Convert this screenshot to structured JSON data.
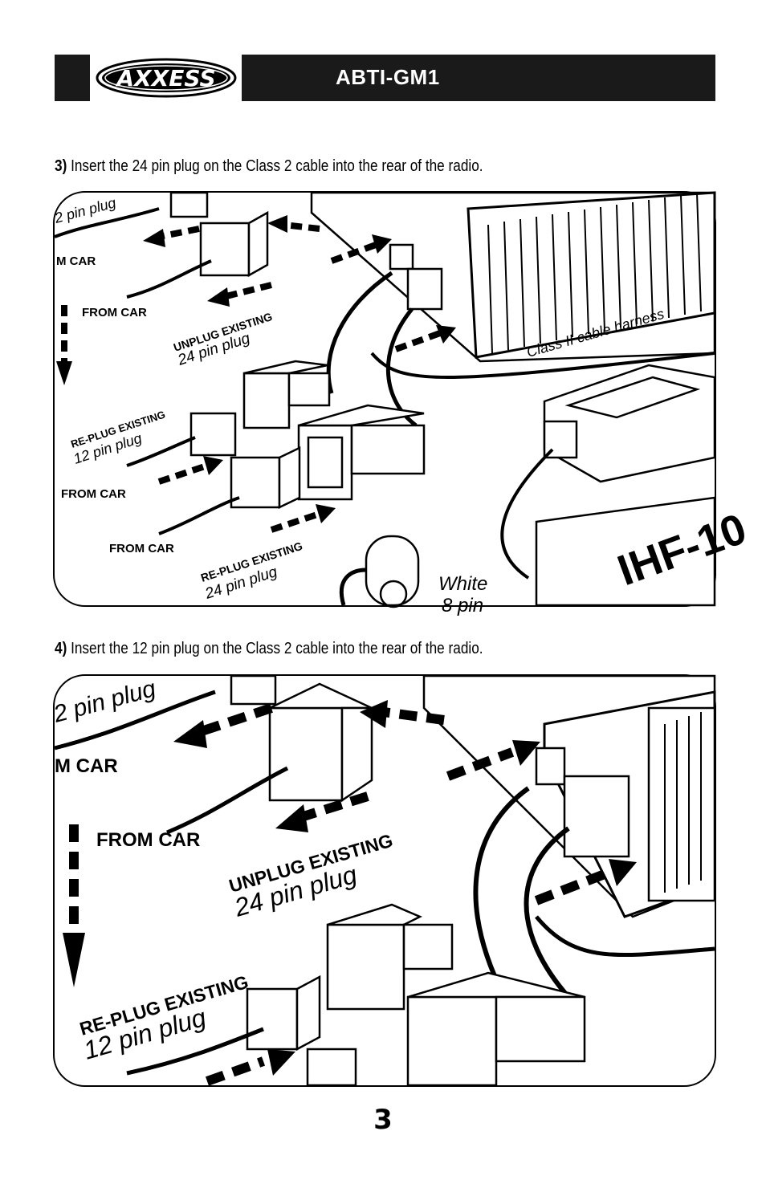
{
  "header": {
    "logo_text": "AXXESS",
    "model": "ABTI-GM1"
  },
  "step3": {
    "number": "3)",
    "text": "Insert the 24 pin plug on the Class 2 cable into the rear of the radio.",
    "labels": {
      "pin_plug_top": "2 pin plug",
      "from_car_top": "M CAR",
      "from_car_1": "FROM CAR",
      "unplug_existing": "UNPLUG EXISTING",
      "unplug_24": "24 pin plug",
      "replug_existing_12": "RE-PLUG EXISTING",
      "replug_12": "12 pin plug",
      "from_car_2": "FROM CAR",
      "from_car_3": "FROM CAR",
      "replug_existing_24": "RE-PLUG EXISTING",
      "replug_24": "24 pin plug",
      "class_ii": "Class II cable harness",
      "white": "White",
      "eight_pin": "8 pin",
      "ihf": "IHF-10"
    }
  },
  "step4": {
    "number": "4)",
    "text": "Insert the 12 pin plug on the Class 2 cable into the rear of the radio.",
    "labels": {
      "pin_plug_top": "2 pin plug",
      "from_car_top": "M CAR",
      "from_car_1": "FROM CAR",
      "unplug_existing": "UNPLUG EXISTING",
      "unplug_24": "24 pin plug",
      "replug_existing_12": "RE-PLUG EXISTING",
      "replug_12": "12 pin plug"
    }
  },
  "page_number": "3"
}
